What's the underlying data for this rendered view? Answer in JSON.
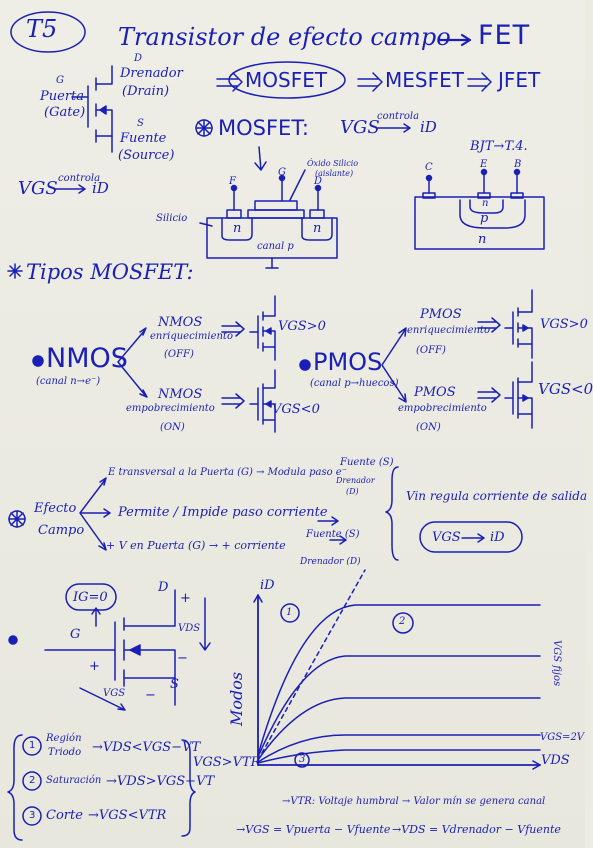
{
  "title": {
    "code": "T5",
    "text": "Transistor de efecto campo",
    "abbr": "FET"
  },
  "types_line": {
    "a": "MOSFET",
    "b": "MESFET",
    "c": "JFET"
  },
  "fet_symbol": {
    "gate": "G",
    "gate_es": "Puerta",
    "gate_en": "(Gate)",
    "drain": "D",
    "drain_es": "Drenador",
    "drain_en": "(Drain)",
    "source": "S",
    "source_es": "Fuente",
    "source_en": "(Source)"
  },
  "mosfet_line": {
    "label": "MOSFET:",
    "vgs": "VGS",
    "controls": "controla",
    "id": "iD"
  },
  "left_vgs": {
    "vgs": "VGS",
    "controls": "controla",
    "id": "iD"
  },
  "mosfet_section": {
    "silicio": "Silicio",
    "oxido": "Óxido Silicio",
    "aislante": "(aislante)",
    "f": "F",
    "g": "G",
    "d": "D",
    "n1": "n",
    "n2": "n",
    "canal": "canal p"
  },
  "bjt_section": {
    "label": "BJT→T.4.",
    "c": "C",
    "e": "E",
    "b": "B",
    "n_top": "n",
    "p": "p",
    "n_bot": "n"
  },
  "tipos": {
    "header": "Tipos MOSFET:",
    "nmos": "NMOS",
    "nmos_sub": "(canal n→e⁻)",
    "pmos": "PMOS",
    "pmos_sub": "(canal p→huecos)",
    "nmos_enh": "NMOS",
    "nmos_enh_sub": "enriquecimiento",
    "nmos_enh_state": "(OFF)",
    "nmos_enh_cond": "VGS>0",
    "nmos_dep": "NMOS",
    "nmos_dep_sub": "empobrecimiento",
    "nmos_dep_state": "(ON)",
    "nmos_dep_cond": "VGS<0",
    "pmos_enh": "PMOS",
    "pmos_enh_sub": "enriquecimiento",
    "pmos_enh_state": "(OFF)",
    "pmos_enh_cond": "VGS>0",
    "pmos_dep": "PMOS",
    "pmos_dep_sub": "empobrecimiento",
    "pmos_dep_state": "(ON)",
    "pmos_dep_cond": "VGS<0"
  },
  "efecto": {
    "label": "Efecto",
    "label2": "Campo",
    "line1": "E transversal a la Puerta (G) → Modula paso e⁻",
    "line1_f": "Fuente (S)",
    "line1_d": "Drenador",
    "line1_dd": "(D)",
    "line2": "Permite / Impide paso corriente",
    "line3": "+ V en Puerta (G) → + corriente",
    "line3_f": "Fuente (S)",
    "line3_d": "Drenador (D)",
    "right": "Vin regula corriente de salida",
    "box_vgs": "VGS",
    "box_id": "iD"
  },
  "circuit": {
    "ig": "IG=0",
    "d": "D",
    "plus_top": "+",
    "g": "G",
    "vds": "VDS",
    "plus_left": "+",
    "minus_mid": "−",
    "vgs": "VGS",
    "minus_bot": "−",
    "s": "S"
  },
  "graph": {
    "yaxis": "iD",
    "xaxis": "VDS",
    "modos": "Modos",
    "vgs_fijos": "VGS fijos",
    "vgs_2v": "VGS=2V",
    "vgs_vtr": "VGS>VTR",
    "r1": "1",
    "r2": "2",
    "r3": "3"
  },
  "regions": [
    {
      "num": "1",
      "name": "Región",
      "name2": "Triodo",
      "cond": "→VDS<VGS−VT"
    },
    {
      "num": "2",
      "name": "Saturación",
      "name2": "",
      "cond": "→VDS>VGS−VT"
    },
    {
      "num": "3",
      "name": "Corte",
      "name2": "",
      "cond": "→VGS<VTR"
    }
  ],
  "footer": {
    "vtr": "→VTR: Voltaje humbral → Valor mín se genera canal",
    "vgs_def": "→VGS = Vpuerta − Vfuente",
    "vds_def": "→VDS = Vdrenador − Vfuente"
  }
}
